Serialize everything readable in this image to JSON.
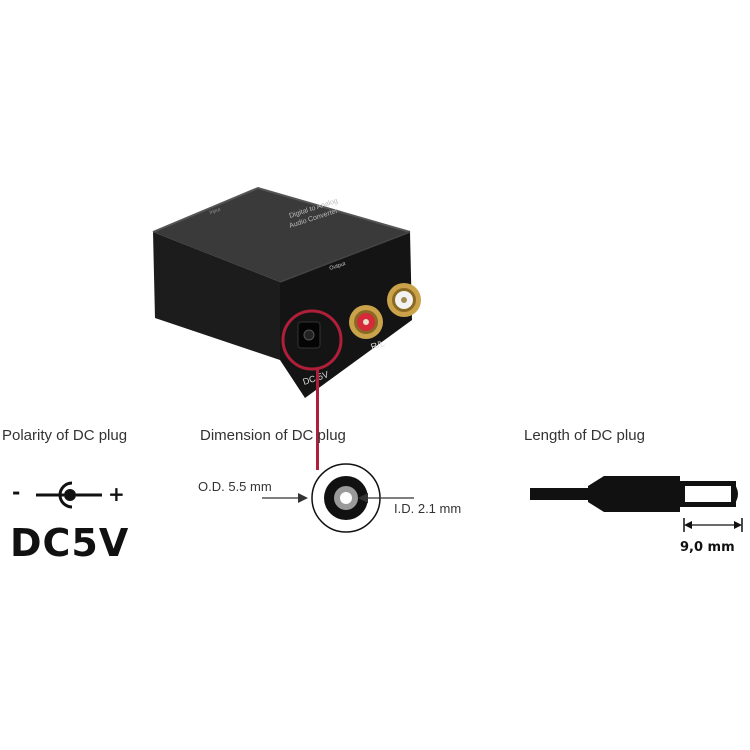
{
  "device": {
    "top_text_line1": "Digital to Analog",
    "top_text_line2": "Audio Converter",
    "input_label": "Input",
    "output_label": "Output",
    "rl_label": "R/L",
    "dc_label": "DC 5V"
  },
  "polarity": {
    "title": "Polarity of DC plug",
    "minus": "-",
    "plus": "+",
    "voltage": "DC5V"
  },
  "dimension": {
    "title": "Dimension of DC plug",
    "od_label": "O.D.  5.5 mm",
    "id_label": "I.D.  2.1 mm"
  },
  "length": {
    "title": "Length of DC plug",
    "value": "9,0 mm"
  },
  "colors": {
    "highlight": "#b01f3a",
    "device_body": "#1f1f1f",
    "gold": "#c9a24a",
    "rca_red": "#d42a3a"
  }
}
